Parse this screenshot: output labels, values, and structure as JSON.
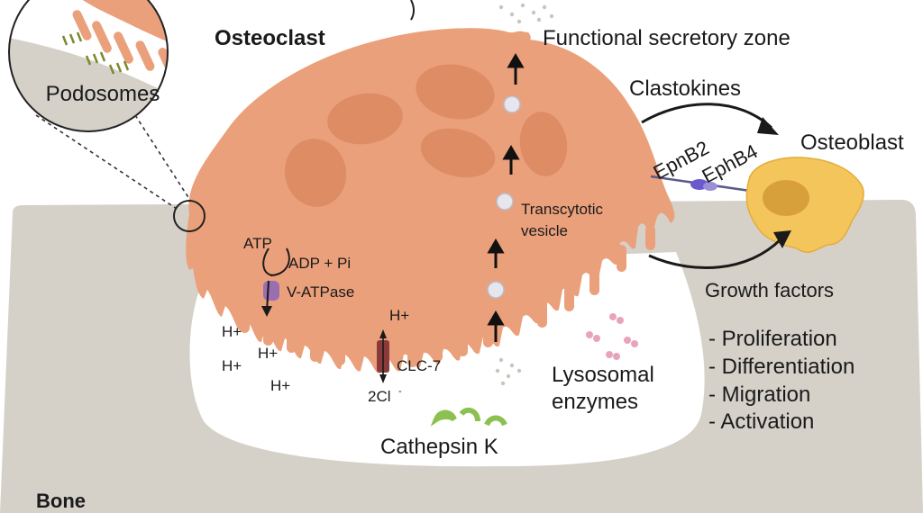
{
  "labels": {
    "osteoclast": "Osteoclast",
    "functional_secretory_zone": "Functional secretory zone",
    "clastokines": "Clastokines",
    "osteoblast": "Osteoblast",
    "epnb2": "EpnB2",
    "ephb4": "EphB4",
    "transcytotic_vesicle_line1": "Transcytotic",
    "transcytotic_vesicle_line2": "vesicle",
    "podosomes": "Podosomes",
    "atp": "ATP",
    "adp_pi": "ADP + Pi",
    "v_atpase": "V-ATPase",
    "h_plus": "H+",
    "clc7": "CLC-7",
    "two_cl": "2Cl",
    "cl_charge": "-",
    "growth_factors": "Growth factors",
    "lysosomal_line1": "Lysosomal",
    "lysosomal_line2": "enzymes",
    "cathepsin_k": "Cathepsin K",
    "bone": "Bone"
  },
  "effects_list": [
    "- Proliferation",
    "- Differentiation",
    "- Migration",
    "- Activation"
  ],
  "colors": {
    "bone": "#d5d1c9",
    "resorption_pit": "#ffffff",
    "osteoclast": "#eba07c",
    "nucleus": "#de8c64",
    "osteoblast": "#f4c55a",
    "osteoblast_nucleus": "#d7a03b",
    "v_atpase": "#9a6fb0",
    "clc7": "#8b3a3a",
    "cathepsin": "#8cc152",
    "lysosomal": "#e8a4b8"
  }
}
